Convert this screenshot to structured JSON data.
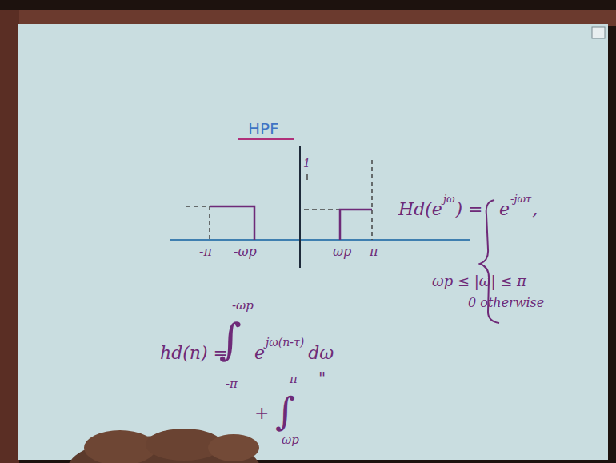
{
  "diagram": {
    "title": "HPF",
    "labels": [
      "1",
      "Hd(e",
      "jω",
      ") =",
      "e",
      "-jωτ",
      ",",
      "-π",
      "-ωp",
      "ωp",
      "π",
      "ωp ≤ |ω| ≤ π",
      "0 otherwise",
      "-ωp",
      "hd(n) =",
      "∫",
      "e",
      "jω(n-τ)",
      "dω",
      "-π",
      "+",
      "∫",
      "π",
      "\"",
      "ωp"
    ]
  }
}
